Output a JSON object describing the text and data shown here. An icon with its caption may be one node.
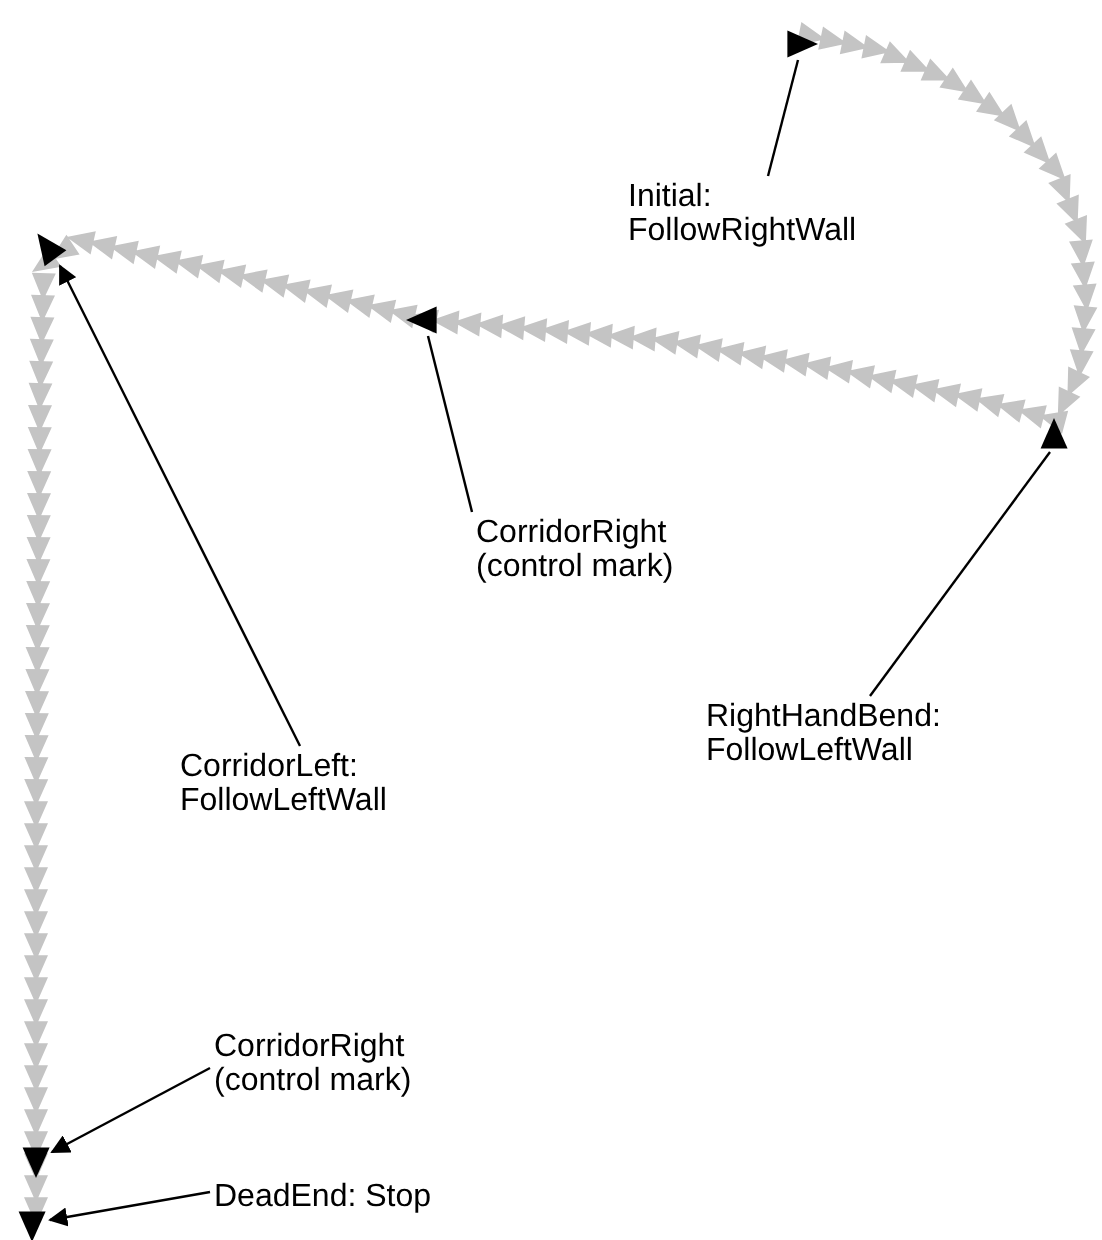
{
  "diagram": {
    "nodes": [
      {
        "text": [
          "Initial: FollowRightWall"
        ]
      },
      {
        "text": [],
        "shape": "triangle"
      },
      {
        "text": [
          "CorridorRight (control mark)"
        ]
      },
      {
        "text": [],
        "shape": "triangle"
      },
      {
        "text": [
          "RightHandBend: FollowLeftWall"
        ]
      },
      {
        "text": [],
        "shape": "triangle"
      },
      {
        "text": [
          "CorridorLeft: FollowLeftWall"
        ]
      },
      {
        "text": [],
        "shape": "triangle"
      },
      {
        "text": [
          "CorridorRight (control mark)"
        ]
      },
      {
        "text": [],
        "shape": "triangle"
      },
      {
        "text": [
          "DeadEnd: Stop"
        ]
      },
      {
        "text": [],
        "shape": "triangle"
      }
    ],
    "edges": [
      {
        "from": 0,
        "to": 1,
        "arrow": "none"
      },
      {
        "from": 2,
        "to": 3,
        "arrow": "none"
      },
      {
        "from": 4,
        "to": 5,
        "arrow": "none"
      },
      {
        "from": 6,
        "to": 7,
        "arrow": "to"
      },
      {
        "from": 8,
        "to": 9,
        "arrow": "to"
      },
      {
        "from": 10,
        "to": 11,
        "arrow": "to"
      }
    ]
  }
}
